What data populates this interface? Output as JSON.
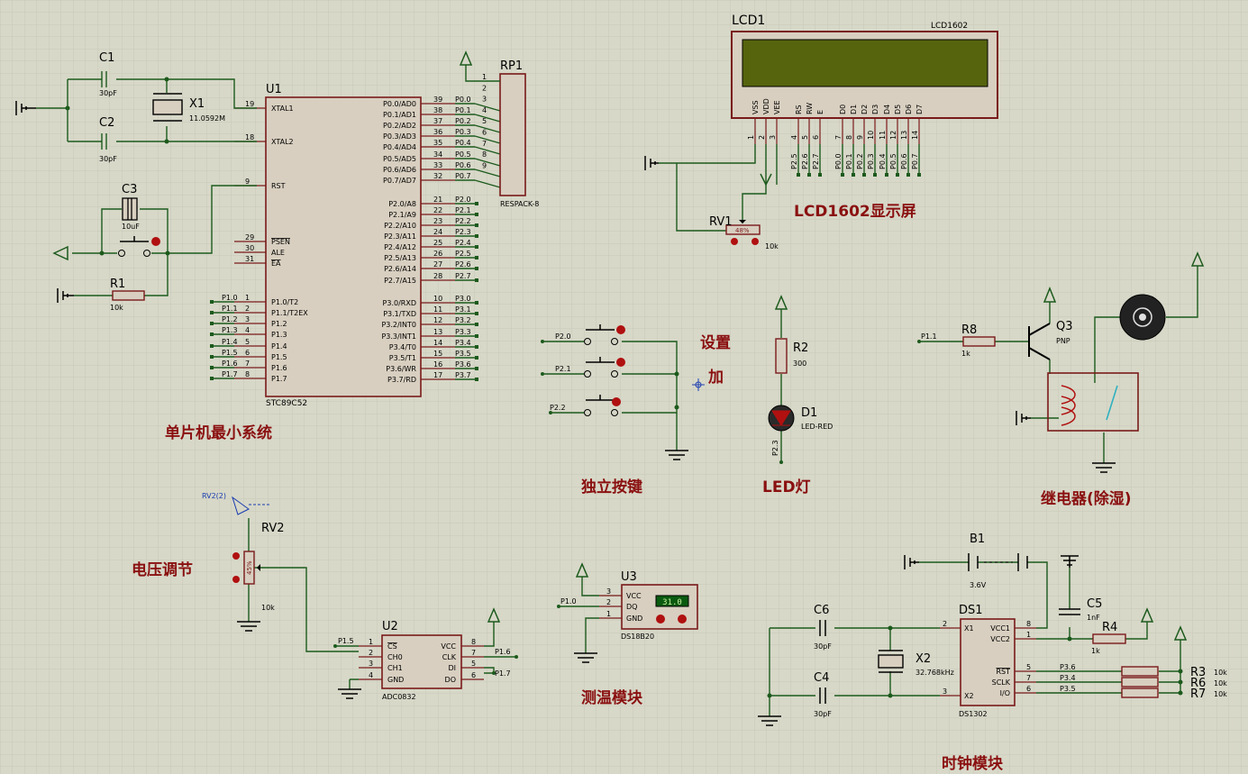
{
  "sections": {
    "mcu": "单片机最小系统",
    "lcd": "LCD1602显示屏",
    "keys": "独立按键",
    "led": "LED灯",
    "relay": "继电器(除湿)",
    "voltage": "电压调节",
    "temp": "测温模块",
    "clock": "时钟模块",
    "set": "设置",
    "add": "加"
  },
  "u1": {
    "ref": "U1",
    "part": "STC89C52",
    "left_pins": [
      {
        "num": "19",
        "name": "XTAL1"
      },
      {
        "num": "18",
        "name": "XTAL2"
      },
      {
        "num": "9",
        "name": "RST"
      },
      {
        "num": "29",
        "name": "PSEN"
      },
      {
        "num": "30",
        "name": "ALE"
      },
      {
        "num": "31",
        "name": "EA"
      },
      {
        "num": "1",
        "name": "P1.0/T2"
      },
      {
        "num": "2",
        "name": "P1.1/T2EX"
      },
      {
        "num": "3",
        "name": "P1.2"
      },
      {
        "num": "4",
        "name": "P1.3"
      },
      {
        "num": "5",
        "name": "P1.4"
      },
      {
        "num": "6",
        "name": "P1.5"
      },
      {
        "num": "7",
        "name": "P1.6"
      },
      {
        "num": "8",
        "name": "P1.7"
      }
    ],
    "left_nets": [
      "P1.0",
      "P1.1",
      "P1.2",
      "P1.3",
      "P1.4",
      "P1.5",
      "P1.6",
      "P1.7"
    ],
    "right_pins": [
      {
        "num": "39",
        "name": "P0.0/AD0",
        "net": "P0.0"
      },
      {
        "num": "38",
        "name": "P0.1/AD1",
        "net": "P0.1"
      },
      {
        "num": "37",
        "name": "P0.2/AD2",
        "net": "P0.2"
      },
      {
        "num": "36",
        "name": "P0.3/AD3",
        "net": "P0.3"
      },
      {
        "num": "35",
        "name": "P0.4/AD4",
        "net": "P0.4"
      },
      {
        "num": "34",
        "name": "P0.5/AD5",
        "net": "P0.5"
      },
      {
        "num": "33",
        "name": "P0.6/AD6",
        "net": "P0.6"
      },
      {
        "num": "32",
        "name": "P0.7/AD7",
        "net": "P0.7"
      },
      {
        "num": "21",
        "name": "P2.0/A8",
        "net": "P2.0"
      },
      {
        "num": "22",
        "name": "P2.1/A9",
        "net": "P2.1"
      },
      {
        "num": "23",
        "name": "P2.2/A10",
        "net": "P2.2"
      },
      {
        "num": "24",
        "name": "P2.3/A11",
        "net": "P2.3"
      },
      {
        "num": "25",
        "name": "P2.4/A12",
        "net": "P2.4"
      },
      {
        "num": "26",
        "name": "P2.5/A13",
        "net": "P2.5"
      },
      {
        "num": "27",
        "name": "P2.6/A14",
        "net": "P2.6"
      },
      {
        "num": "28",
        "name": "P2.7/A15",
        "net": "P2.7"
      },
      {
        "num": "10",
        "name": "P3.0/RXD",
        "net": "P3.0"
      },
      {
        "num": "11",
        "name": "P3.1/TXD",
        "net": "P3.1"
      },
      {
        "num": "12",
        "name": "P3.2/INT0",
        "net": "P3.2"
      },
      {
        "num": "13",
        "name": "P3.3/INT1",
        "net": "P3.3"
      },
      {
        "num": "14",
        "name": "P3.4/T0",
        "net": "P3.4"
      },
      {
        "num": "15",
        "name": "P3.5/T1",
        "net": "P3.5"
      },
      {
        "num": "16",
        "name": "P3.6/WR",
        "net": "P3.6"
      },
      {
        "num": "17",
        "name": "P3.7/RD",
        "net": "P3.7"
      }
    ]
  },
  "crystal": {
    "c1": "C1",
    "c1_val": "30pF",
    "c2": "C2",
    "c2_val": "30pF",
    "x1": "X1",
    "x1_val": "11.0592M",
    "c3": "C3",
    "c3_val": "10uF",
    "r1": "R1",
    "r1_val": "10k"
  },
  "rp1": {
    "ref": "RP1",
    "part": "RESPACK-8",
    "pin_nums": [
      "1",
      "2",
      "3",
      "4",
      "5",
      "6",
      "7",
      "8",
      "9"
    ]
  },
  "lcd": {
    "ref": "LCD1",
    "part": "LCD1602",
    "pins": [
      "VSS",
      "VDD",
      "VEE",
      "RS",
      "RW",
      "E",
      "D0",
      "D1",
      "D2",
      "D3",
      "D4",
      "D5",
      "D6",
      "D7"
    ],
    "pin_nums": [
      "1",
      "2",
      "3",
      "4",
      "5",
      "6",
      "7",
      "8",
      "9",
      "10",
      "11",
      "12",
      "13",
      "14"
    ],
    "nets": [
      "P2.5",
      "P2.6",
      "P2.7",
      "P0.0",
      "P0.1",
      "P0.2",
      "P0.3",
      "P0.4",
      "P0.5",
      "P0.6",
      "P0.7"
    ],
    "rv1": "RV1",
    "rv1_val": "10k",
    "rv1_pct": "48%"
  },
  "keys": {
    "nets": [
      "P2.0",
      "P2.1",
      "P2.2"
    ]
  },
  "led": {
    "r2": "R2",
    "r2_val": "300",
    "d1": "D1",
    "d1_val": "LED-RED",
    "net": "P2.3"
  },
  "relay": {
    "r8": "R8",
    "r8_val": "1k",
    "q3": "Q3",
    "q3_val": "PNP",
    "net": "P1.1"
  },
  "voltage": {
    "probe": "RV2(2)",
    "rv2": "RV2",
    "rv2_val": "10k",
    "rv2_pct": "45%"
  },
  "adc": {
    "ref": "U2",
    "part": "ADC0832",
    "left_pins": [
      {
        "num": "1",
        "name": "CS"
      },
      {
        "num": "2",
        "name": "CH0"
      },
      {
        "num": "3",
        "name": "CH1"
      },
      {
        "num": "4",
        "name": "GND"
      }
    ],
    "right_pins": [
      {
        "num": "8",
        "name": "VCC"
      },
      {
        "num": "7",
        "name": "CLK"
      },
      {
        "num": "5",
        "name": "DI"
      },
      {
        "num": "6",
        "name": "DO"
      }
    ],
    "nets": [
      "P1.5",
      "P1.6",
      "P1.7"
    ]
  },
  "ds18b20": {
    "ref": "U3",
    "part": "DS18B20",
    "net": "P1.0",
    "display": "31.0",
    "pins": [
      {
        "num": "3",
        "name": "VCC"
      },
      {
        "num": "2",
        "name": "DQ"
      },
      {
        "num": "1",
        "name": "GND"
      }
    ]
  },
  "rtc": {
    "ref": "DS1",
    "part": "DS1302",
    "left_pins": [
      {
        "num": "2",
        "name": "X1"
      },
      {
        "num": "3",
        "name": "X2"
      }
    ],
    "right_pins": [
      {
        "num": "8",
        "name": "VCC1"
      },
      {
        "num": "1",
        "name": "VCC2"
      },
      {
        "num": "5",
        "name": "RST"
      },
      {
        "num": "7",
        "name": "SCLK"
      },
      {
        "num": "6",
        "name": "I/O"
      }
    ],
    "nets": [
      "P3.6",
      "P3.4",
      "P3.5"
    ],
    "b1": "B1",
    "b1_val": "3.6V",
    "c5": "C5",
    "c5_val": "1nF",
    "r4": "R4",
    "r4_val": "1k",
    "c6": "C6",
    "c6_val": "30pF",
    "c4": "C4",
    "c4_val": "30pF",
    "x2": "X2",
    "x2_val": "32.768kHz",
    "r3": "R3",
    "r6": "R6",
    "r7": "R7",
    "r_val": "10k"
  }
}
